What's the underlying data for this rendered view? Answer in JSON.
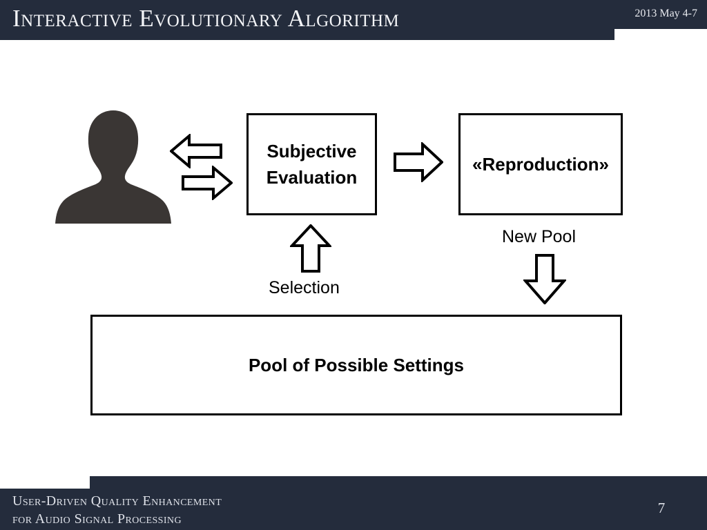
{
  "header": {
    "title": "Interactive Evolutionary Algorithm",
    "date": "2013 May 4-7"
  },
  "footer": {
    "line1": "User-Driven Quality Enhancement",
    "line2": "for Audio Signal Processing",
    "page_number": "7"
  },
  "diagram": {
    "person": {
      "name": "user-silhouette"
    },
    "boxes": [
      {
        "id": "subjective",
        "label": "Subjective\nEvaluation",
        "line1": "Subjective",
        "line2": "Evaluation"
      },
      {
        "id": "reproduction",
        "label": "«Reproduction»"
      },
      {
        "id": "pool",
        "label": "Pool of Possible Settings"
      }
    ],
    "edge_labels": {
      "selection": "Selection",
      "new_pool": "New Pool"
    },
    "arrows": [
      {
        "id": "left-to-user",
        "direction": "left"
      },
      {
        "id": "right-to-eval",
        "direction": "right"
      },
      {
        "id": "eval-to-repro",
        "direction": "right"
      },
      {
        "id": "selection-up",
        "direction": "up"
      },
      {
        "id": "newpool-down",
        "direction": "down"
      }
    ]
  },
  "colors": {
    "bar": "#242c3c",
    "bar_text": "#eef0f4",
    "silhouette": "#3a3634",
    "outline": "#000000",
    "background": "#ffffff"
  }
}
